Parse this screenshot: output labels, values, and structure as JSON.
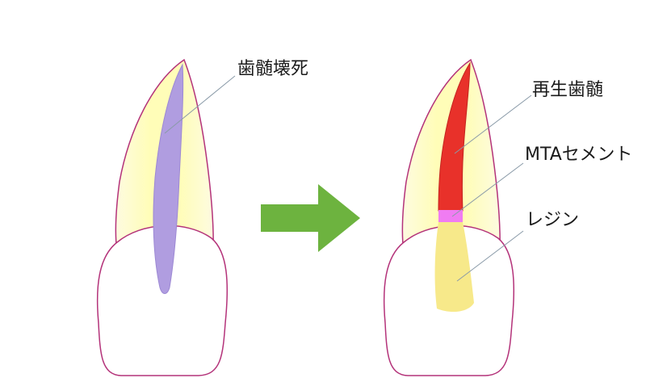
{
  "labels": {
    "necrosis": "歯髄壊死",
    "regenerated_pulp": "再生歯髄",
    "mta_cement": "MTAセメント",
    "resin": "レジン"
  },
  "colors": {
    "outline": "#b4337a",
    "enamel_fill": "#fdfbe0",
    "dentin_glow": "#fffdb8",
    "necrotic_pulp": "#b09de0",
    "regenerated_pulp": "#e8312a",
    "mta": "#f07cf2",
    "resin": "#f7e98a",
    "arrow": "#6db33f",
    "leader_line": "#8a9aa8"
  }
}
